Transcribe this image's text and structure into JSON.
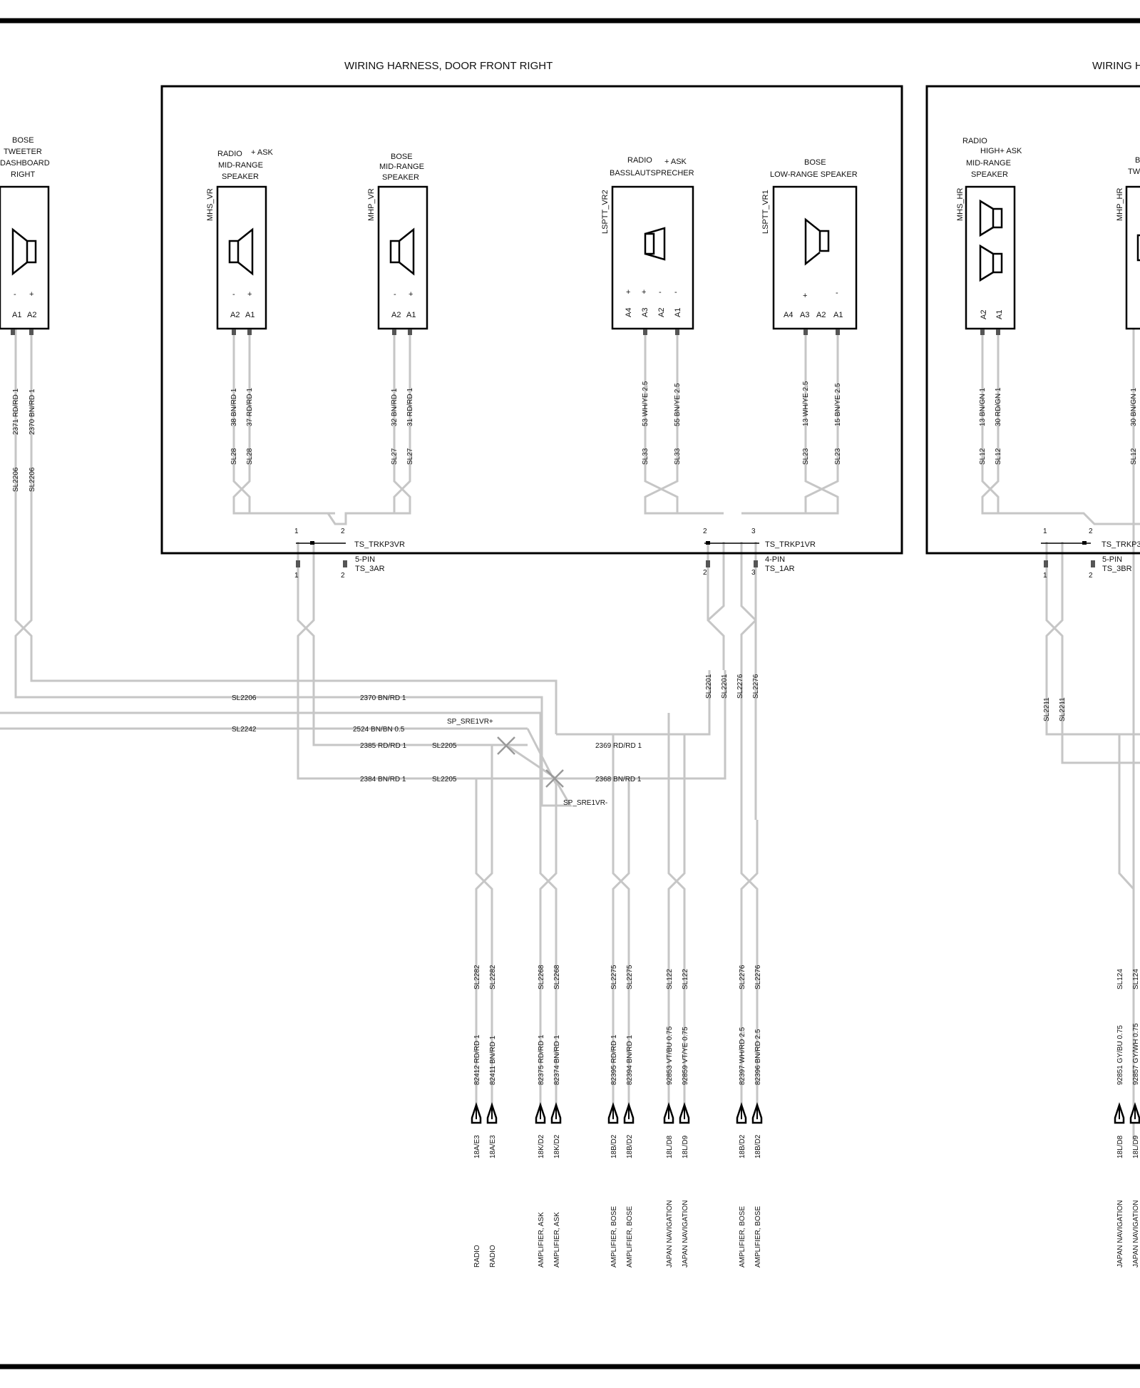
{
  "harness_titles": [
    "WIRING HARNESS, DOOR  FRONT RIGHT",
    "WIRING H"
  ],
  "components": [
    {
      "id": "tweeter",
      "lines": [
        "BOSE",
        "TWEETER",
        "DASHBOARD",
        "RIGHT"
      ],
      "pins": [
        "A1",
        "A2"
      ],
      "pol": [
        "-",
        "+"
      ]
    },
    {
      "id": "mhs_vr",
      "code": "MHS_VR",
      "lines": [
        "RADIO",
        "MID-RANGE",
        "SPEAKER"
      ],
      "extra": "+ ASK",
      "pins": [
        "A2",
        "A1"
      ],
      "pol": [
        "-",
        "+"
      ]
    },
    {
      "id": "mhp_vr",
      "code": "MHP_VR",
      "lines": [
        "BOSE",
        "MID-RANGE",
        "SPEAKER"
      ],
      "pins": [
        "A2",
        "A1"
      ],
      "pol": [
        "-",
        "+"
      ]
    },
    {
      "id": "lsptt_vr2",
      "code": "LSPTT_VR2",
      "lines": [
        "RADIO",
        "BASSLAUTSPRECHER"
      ],
      "extra": "+ ASK",
      "pins": [
        "A4",
        "A3",
        "A2",
        "A1"
      ],
      "pol": [
        "+",
        "+",
        "-",
        "-"
      ]
    },
    {
      "id": "lsptt_vr1",
      "code": "LSPTT_VR1",
      "lines": [
        "BOSE",
        "LOW-RANGE SPEAKER"
      ],
      "pins": [
        "A4",
        "A3",
        "A2",
        "A1"
      ],
      "pol": [
        "+",
        "-"
      ]
    },
    {
      "id": "mhs_hr",
      "code": "MHS_HR",
      "lines": [
        "RADIO",
        "MID-RANGE",
        "SPEAKER"
      ],
      "extra": "HIGH+ ASK",
      "pins": [
        "A2",
        "A1"
      ]
    },
    {
      "id": "mhp_hr",
      "code": "MHP_HR",
      "lines": [
        "B",
        "TW"
      ]
    }
  ],
  "wires_top": {
    "tweeter": [
      [
        "2371 RD/RD 1",
        "SL2206"
      ],
      [
        "2370 BN/RD 1",
        "SL2206"
      ]
    ],
    "mhs_vr": [
      [
        "38 BN/RD 1",
        "SL28"
      ],
      [
        "37 RD/RD 1",
        "SL28"
      ]
    ],
    "mhp_vr": [
      [
        "32 BN/RD 1",
        "SL27"
      ],
      [
        "31 RD/RD 1",
        "SL27"
      ]
    ],
    "lsptt_vr2": [
      [
        "53 WH/YE 2.5",
        "SL33"
      ],
      [
        "55 BN/YE 2.5",
        "SL33"
      ]
    ],
    "lsptt_vr1": [
      [
        "13 WH/YE 2.5",
        "SL23"
      ],
      [
        "15 BN/YE 2.5",
        "SL23"
      ]
    ],
    "mhs_hr": [
      [
        "13 BN/GN 1",
        "SL12"
      ],
      [
        "30 RD/GN 1",
        "SL12"
      ]
    ],
    "mhp_hr": [
      [
        "30 BN/GN 1",
        "SL12"
      ]
    ]
  },
  "connectors": {
    "trkp3vr": "TS_TRKP3VR",
    "trkp1vr": "TS_TRKP1VR",
    "trkp3_hr": "TS_TRKP3",
    "c3ar": [
      "5-PIN",
      "TS_3AR"
    ],
    "c1ar": [
      "4-PIN",
      "TS_1AR"
    ],
    "c3br": [
      "5-PIN",
      "TS_3BR"
    ],
    "pin_1": "1",
    "pin_2": "2",
    "pin_3": "3"
  },
  "mid_labels": {
    "sl2206": "SL2206",
    "sl2242": "SL2242",
    "w2370": "2370 BN/RD 1",
    "w2524": "2524 BN/BN 0.5",
    "w2385": "2385 RD/RD 1",
    "w2384": "2384 BN/RD 1",
    "sl2205a": "SL2205",
    "sl2205b": "SL2205",
    "w2369": "2369 RD/RD 1",
    "w2368": "2368 BN/RD 1",
    "sp_plus": "SP_SRE1VR+",
    "sp_minus": "SP_SRE1VR-",
    "sl2201a": "SL2201",
    "sl2201b": "SL2201",
    "sl2276a": "SL2276",
    "sl2276b": "SL2276",
    "sl2211a": "SL2211",
    "sl2211b": "SL2211"
  },
  "bottom_wires": [
    {
      "sl": "SL2282",
      "wire": "82412 RD/RD 1",
      "pin": "18A/E3",
      "dest": "RADIO"
    },
    {
      "sl": "SL2282",
      "wire": "82411 BN/RD 1",
      "pin": "18A/E3",
      "dest": "RADIO"
    },
    {
      "sl": "SL2268",
      "wire": "82375 RD/RD 1",
      "pin": "18K/D2",
      "dest": "AMPLIFIER, ASK"
    },
    {
      "sl": "SL2268",
      "wire": "82374 BN/RD 1",
      "pin": "18K/D2",
      "dest": "AMPLIFIER, ASK"
    },
    {
      "sl": "SL2275",
      "wire": "82395 RD/RD 1",
      "pin": "18B/D2",
      "dest": "AMPLIFIER, BOSE"
    },
    {
      "sl": "SL2275",
      "wire": "82394 BN/RD 1",
      "pin": "18B/D2",
      "dest": "AMPLIFIER, BOSE"
    },
    {
      "sl": "SL122",
      "wire": "92853 VT/BU 0.75",
      "pin": "18L/D8",
      "dest": "JAPAN NAVIGATION"
    },
    {
      "sl": "SL122",
      "wire": "92859 VT/YE 0.75",
      "pin": "18L/D9",
      "dest": "JAPAN NAVIGATION"
    },
    {
      "sl": "SL2276",
      "wire": "82397 WH/RD 2.5",
      "pin": "18B/D2",
      "dest": "AMPLIFIER, BOSE"
    },
    {
      "sl": "SL2276",
      "wire": "82396 BN/RD 2.5",
      "pin": "18B/D2",
      "dest": "AMPLIFIER, BOSE"
    },
    {
      "sl": "SL124",
      "wire": "92851 GY/BU 0.75",
      "pin": "18L/D8",
      "dest": "JAPAN NAVIGATION"
    },
    {
      "sl": "SL124",
      "wire": "92857 GY/WH 0.75",
      "pin": "18L/D9",
      "dest": "JAPAN NAVIGATION"
    }
  ]
}
